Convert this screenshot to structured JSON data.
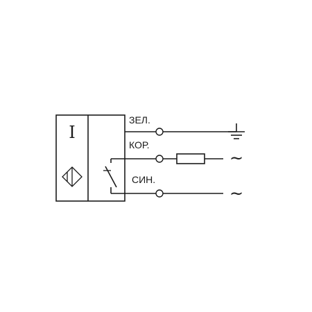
{
  "sensor": {
    "type_symbol": "I"
  },
  "wires": {
    "green": {
      "label": "ЗЕЛ.",
      "terminal_symbol": "ground-icon"
    },
    "brown": {
      "label": "КОР.",
      "terminal_symbol": "~"
    },
    "blue": {
      "label": "СИН.",
      "terminal_symbol": "~"
    }
  },
  "icons": [
    "inductive-sensor-icon",
    "switch-contact-icon",
    "resistor-icon",
    "ground-icon",
    "terminal-icon"
  ]
}
